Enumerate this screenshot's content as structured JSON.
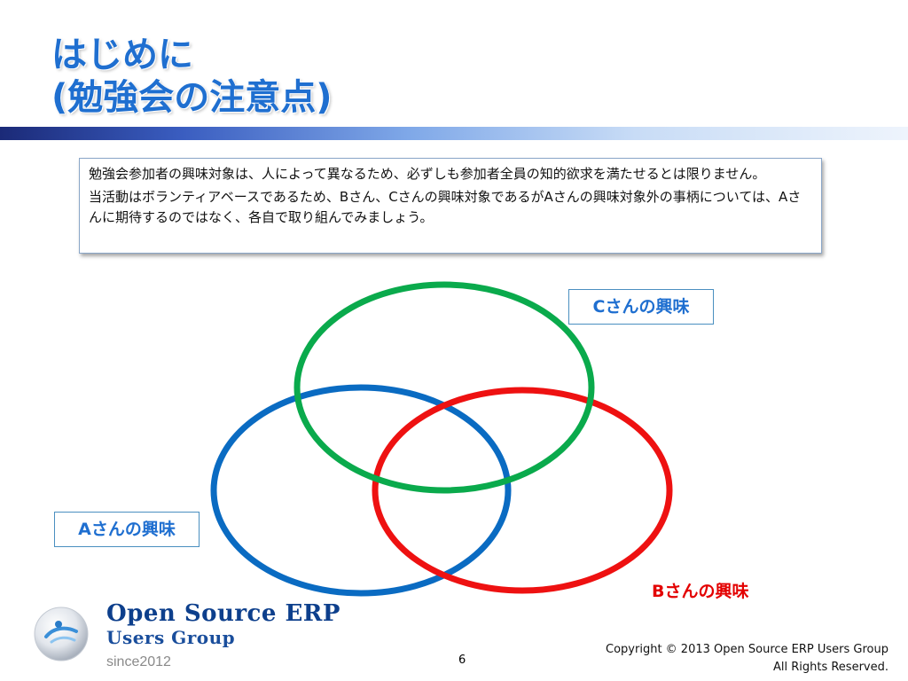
{
  "title": {
    "line1": "はじめに",
    "line2": "(勉強会の注意点)"
  },
  "note": {
    "paragraph1": "勉強会参加者の興味対象は、人によって異なるため、必ずしも参加者全員の知的欲求を満たせるとは限りません。",
    "paragraph2": "当活動はボランティアベースであるため、Bさん、Cさんの興味対象であるがAさんの興味対象外の事柄については、Aさんに期待するのではなく、各自で取り組んでみましょう。"
  },
  "diagram": {
    "label_a": "Aさんの興味",
    "label_b": "Bさんの興味",
    "label_c": "Cさんの興味",
    "color_a": "#0a6bc2",
    "color_b": "#ee1111",
    "color_c": "#0aaa4c"
  },
  "footer": {
    "logo_line1": "Open Source ERP",
    "logo_line2": "Users Group",
    "logo_since": "since2012",
    "page_number": "6",
    "copyright_line1": "Copyright © 2013 Open Source ERP Users Group",
    "copyright_line2": "All Rights Reserved."
  }
}
